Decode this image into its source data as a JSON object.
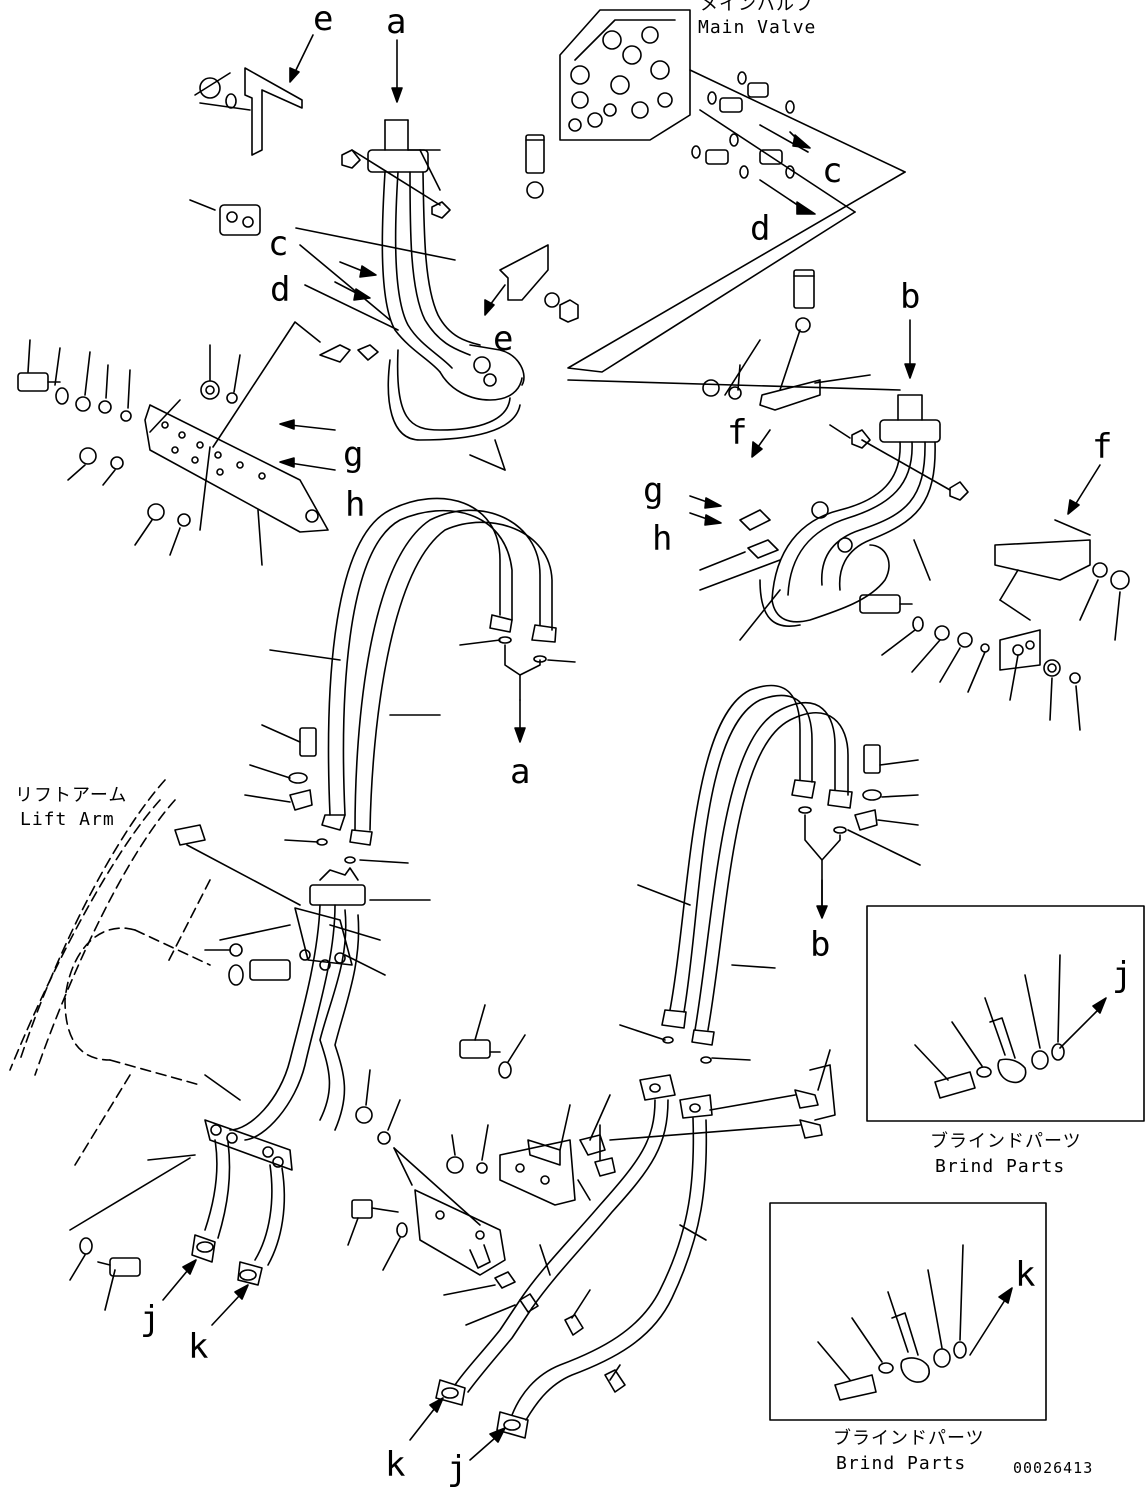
{
  "labels": {
    "main_valve_jp": "メインバルブ",
    "main_valve_en": "Main Valve",
    "lift_arm_jp": "リフトアーム",
    "lift_arm_en": "Lift Arm",
    "blind_parts_jp_1": "ブラインドパーツ",
    "blind_parts_en_1": "Brind Parts",
    "blind_parts_jp_2": "ブラインドパーツ",
    "blind_parts_en_2": "Brind Parts",
    "drawing_number": "00026413"
  },
  "callouts": {
    "a_top": "a",
    "a_mid": "a",
    "b_top": "b",
    "b_mid": "b",
    "c_right": "c",
    "c_left": "c",
    "d_right": "d",
    "d_left": "d",
    "e_top": "e",
    "e_mid": "e",
    "f_left": "f",
    "f_right": "f",
    "g_left": "g",
    "g_right": "g",
    "h_left": "h",
    "h_right": "h",
    "j_left": "j",
    "j_bottom": "j",
    "j_box": "j",
    "k_left": "k",
    "k_bottom": "k",
    "k_box": "k"
  }
}
